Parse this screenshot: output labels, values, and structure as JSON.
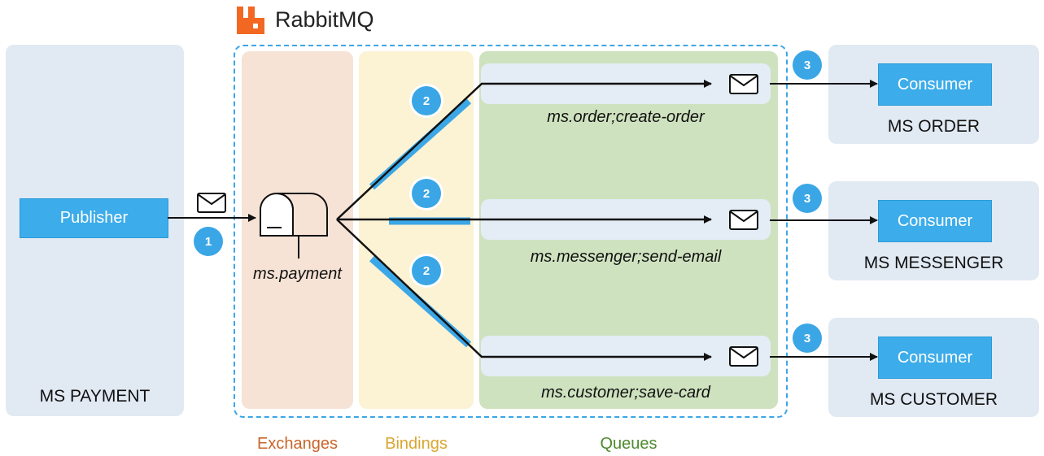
{
  "brand": {
    "name": "RabbitMQ",
    "color": "#f26822"
  },
  "publisher_service": {
    "button": "Publisher",
    "name": "MS PAYMENT"
  },
  "exchange": {
    "name": "ms.payment"
  },
  "columns": {
    "exchanges": {
      "label": "Exchanges",
      "color": "#c9642b",
      "bg": "#f6e3d6"
    },
    "bindings": {
      "label": "Bindings",
      "color": "#d9a632",
      "bg": "#fcf2d4"
    },
    "queues": {
      "label": "Queues",
      "color": "#4e8a2e",
      "bg": "#cfe2bf"
    }
  },
  "queues": [
    {
      "name": "ms.order;create-order"
    },
    {
      "name": "ms.messenger;send-email"
    },
    {
      "name": "ms.customer;save-card"
    }
  ],
  "consumers": [
    {
      "button": "Consumer",
      "service": "MS ORDER"
    },
    {
      "button": "Consumer",
      "service": "MS MESSENGER"
    },
    {
      "button": "Consumer",
      "service": "MS CUSTOMER"
    }
  ],
  "steps": {
    "publish": "1",
    "route": "2",
    "consume": "3"
  },
  "icons": [
    "rabbitmq-logo-icon",
    "envelope-icon",
    "mailbox-icon",
    "arrow-icon"
  ],
  "accent": "#3cacea"
}
